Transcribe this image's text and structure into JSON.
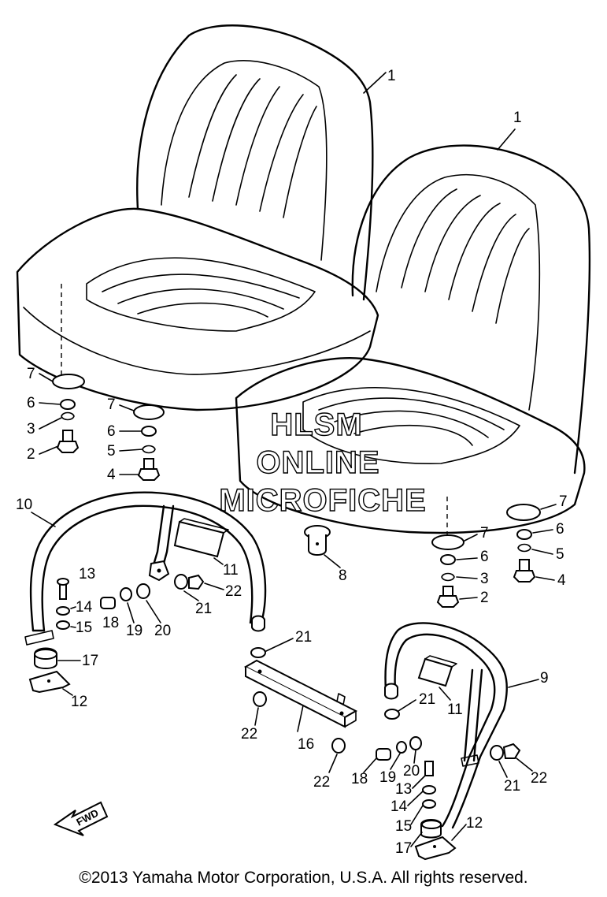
{
  "watermark": {
    "line1": "HLSM",
    "line2": "ONLINE",
    "line3": "MICROFICHE"
  },
  "fwd_label": "FWD",
  "copyright": "©2013 Yamaha Motor Corporation, U.S.A. All rights reserved.",
  "callouts": {
    "seat_left": "1",
    "seat_right": "1",
    "l_cap_a": "7",
    "l_washer_a": "6",
    "l_spring_a": "3",
    "l_bolt_a": "2",
    "l_cap_b": "7",
    "l_washer_b": "6",
    "l_spring_b": "5",
    "l_bolt_b": "4",
    "frame_left": "10",
    "pad_left": "11",
    "bolt_13_left": "13",
    "washer_14_left": "14",
    "washer_15_left": "15",
    "collar_18_left": "18",
    "washer_19_left": "19",
    "nut_20_left": "20",
    "washer_21_left": "21",
    "nut_22_left": "22",
    "grommet_17_left": "17",
    "clip_12_left": "12",
    "bushing_8": "8",
    "r_cap_a": "7",
    "r_washer_a": "6",
    "r_spring_a": "3",
    "r_bolt_a": "2",
    "r_cap_b": "7",
    "r_washer_b": "6",
    "r_spring_b": "5",
    "r_bolt_b": "4",
    "washer_21_mid": "21",
    "bracket_16": "16",
    "nut_22_mid_a": "22",
    "nut_22_mid_b": "22",
    "frame_right": "9",
    "pad_right": "11",
    "washer_21_right_a": "21",
    "collar_18_right": "18",
    "washer_19_right": "19",
    "nut_20_right": "20",
    "bolt_13_right": "13",
    "washer_14_right": "14",
    "washer_15_right": "15",
    "grommet_17_right": "17",
    "clip_12_right": "12",
    "washer_21_right_b": "21",
    "nut_22_right": "22"
  }
}
